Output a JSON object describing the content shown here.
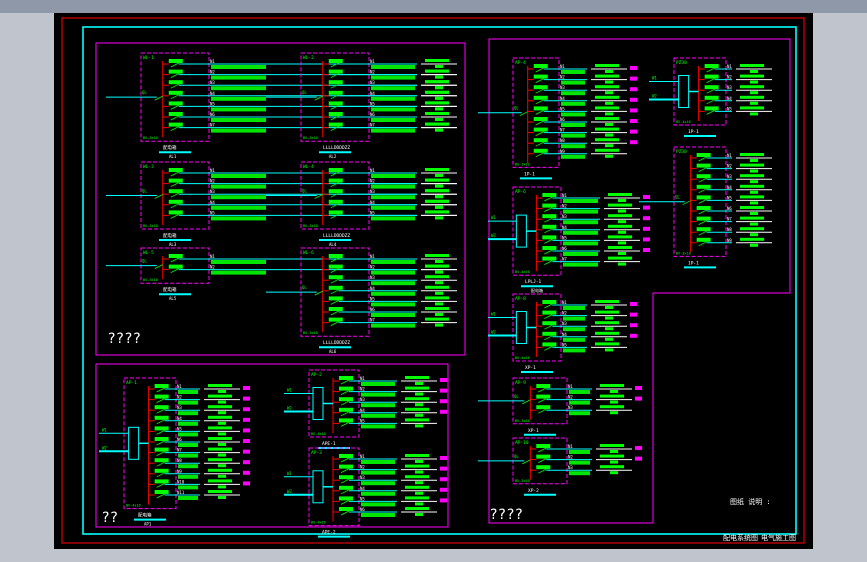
{
  "window": {
    "title": "CAD drawing viewer"
  },
  "colors": {
    "background": "#000000",
    "outer_frame": "#e00000",
    "inner_frame": "#00ffff",
    "panel_border": "#ff00ff",
    "cabinet_border": "#ff00ff",
    "busbar": "#ff0000",
    "feeder_line": "#00ffff",
    "text_green": "#00ff00",
    "text_white": "#ffffff",
    "text_magenta": "#ff00ff"
  },
  "panels": {
    "top_left_label": "????",
    "bottom_left_label": "??",
    "right_label": "????"
  },
  "title_block": {
    "note": "图纸 说明 :",
    "drawing_name": "配电系统图",
    "drawing_no": "电气施工图"
  },
  "cabinets": [
    {
      "id": "AL1",
      "name": "WL-1",
      "caption": "配电箱",
      "sub": "AL1",
      "feeders": 7,
      "style": "left",
      "input": "BV-3x10",
      "has_meter": false,
      "tag_right": true
    },
    {
      "id": "AL2",
      "name": "WL-2",
      "caption": "LLLLDDDDZZ",
      "sub": "AL2",
      "feeders": 7,
      "style": "left",
      "input": "BV-3x10",
      "has_meter": false,
      "tag_right": true
    },
    {
      "id": "AL3",
      "name": "WL-3",
      "caption": "配电箱",
      "sub": "AL3",
      "feeders": 5,
      "style": "left",
      "input": "BV-3x10",
      "has_meter": false,
      "tag_right": true
    },
    {
      "id": "AL4",
      "name": "WL-4",
      "caption": "LLLLDDDDZZ",
      "sub": "AL4",
      "feeders": 5,
      "style": "left",
      "input": "BV-3x10",
      "has_meter": false,
      "tag_right": true
    },
    {
      "id": "AL5",
      "name": "WL-5",
      "caption": "配电箱",
      "sub": "AL5",
      "feeders": 2,
      "style": "left",
      "input": "BV-3x10",
      "has_meter": false,
      "tag_right": true
    },
    {
      "id": "AL6",
      "name": "WL-6",
      "caption": "LLLLDDDDZZ",
      "sub": "AL6",
      "feeders": 7,
      "style": "left",
      "input": "BV-3x10",
      "has_meter": false,
      "tag_right": true
    },
    {
      "id": "AP1",
      "name": "AP-1",
      "caption": "配电箱",
      "sub": "AP1",
      "feeders": 11,
      "style": "meter",
      "input": "BV-4x16",
      "has_meter": true,
      "tag_right": false
    },
    {
      "id": "AP2",
      "name": "AP-2",
      "caption": "APE-1",
      "sub": "",
      "feeders": 5,
      "style": "meter",
      "input": "BV-4x16",
      "has_meter": true,
      "tag_right": false
    },
    {
      "id": "AP3",
      "name": "AP-3",
      "caption": "APE-2",
      "sub": "",
      "feeders": 6,
      "style": "meter",
      "input": "BV-4x16",
      "has_meter": true,
      "tag_right": false
    },
    {
      "id": "AP4",
      "name": "AP-4",
      "caption": "1P-1",
      "sub": "",
      "feeders": 9,
      "style": "left",
      "input": "BV-3x10",
      "has_meter": false,
      "tag_right": false
    },
    {
      "id": "AP5",
      "name": "PZ30",
      "caption": "1P-1",
      "sub": "",
      "feeders": 5,
      "style": "meter",
      "input": "BV-4x16",
      "has_meter": true,
      "tag_right": false
    },
    {
      "id": "AP6",
      "name": "AP-6",
      "caption": "LPLJ-1",
      "sub": "配电箱",
      "feeders": 7,
      "style": "meter",
      "input": "BV-4x16",
      "has_meter": true,
      "tag_right": false
    },
    {
      "id": "AP7",
      "name": "PZ30",
      "caption": "1P-1",
      "sub": "",
      "feeders": 9,
      "style": "left",
      "input": "BV-3x10",
      "has_meter": false,
      "tag_right": false
    },
    {
      "id": "AP8",
      "name": "AP-8",
      "caption": "XP-1",
      "sub": "",
      "feeders": 5,
      "style": "meter",
      "input": "BV-4x16",
      "has_meter": true,
      "tag_right": false
    },
    {
      "id": "AP9",
      "name": "AP-9",
      "caption": "XP-1",
      "sub": "",
      "feeders": 3,
      "style": "left",
      "input": "BV-3x10",
      "has_meter": false,
      "tag_right": false
    },
    {
      "id": "AP10",
      "name": "AP-10",
      "caption": "XP-2",
      "sub": "",
      "feeders": 3,
      "style": "left",
      "input": "BV-3x10",
      "has_meter": false,
      "tag_right": false
    }
  ],
  "feeder_labels": {
    "breaker": "C65N-C16",
    "cable": "BV-3x2.5-SC15-WC",
    "load": "照明",
    "circuit_prefix": "N",
    "phase": "L1"
  }
}
